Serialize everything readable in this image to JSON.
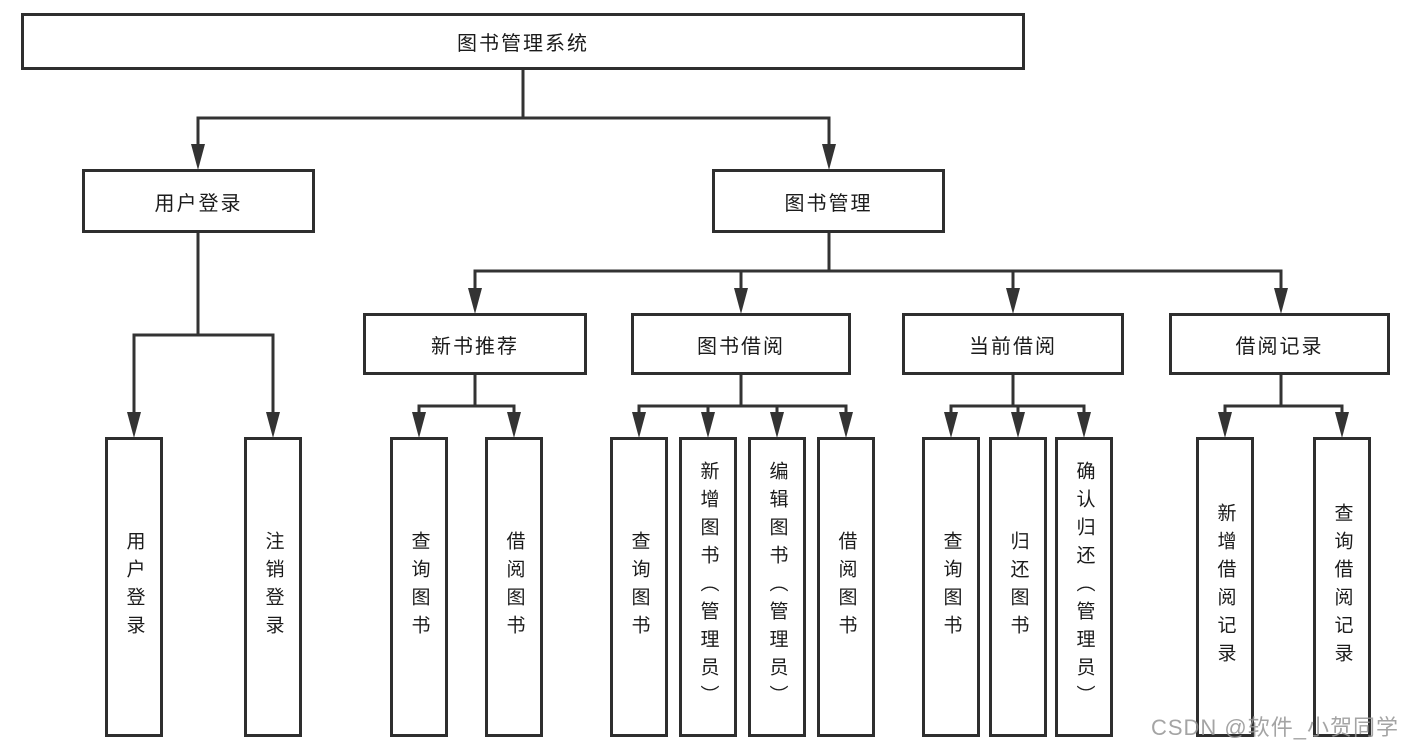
{
  "diagram": {
    "title": "图书管理系统",
    "branches": [
      {
        "label": "用户登录",
        "children": [
          {
            "label": "用户登录"
          },
          {
            "label": "注销登录"
          }
        ]
      },
      {
        "label": "图书管理",
        "children": [
          {
            "label": "新书推荐",
            "children": [
              {
                "label": "查询图书"
              },
              {
                "label": "借阅图书"
              }
            ]
          },
          {
            "label": "图书借阅",
            "children": [
              {
                "label": "查询图书"
              },
              {
                "label": "新增图书（管理员）"
              },
              {
                "label": "编辑图书（管理员）"
              },
              {
                "label": "借阅图书"
              }
            ]
          },
          {
            "label": "当前借阅",
            "children": [
              {
                "label": "查询图书"
              },
              {
                "label": "归还图书"
              },
              {
                "label": "确认归还（管理员）"
              }
            ]
          },
          {
            "label": "借阅记录",
            "children": [
              {
                "label": "新增借阅记录"
              },
              {
                "label": "查询借阅记录"
              }
            ]
          }
        ]
      }
    ]
  },
  "watermark": {
    "text": "CSDN @软件_小贺同学"
  },
  "colors": {
    "line": "#333333",
    "box_border": "#2e2e2e",
    "text": "#1b1b1b",
    "watermark": "#949494",
    "background": "#ffffff"
  }
}
